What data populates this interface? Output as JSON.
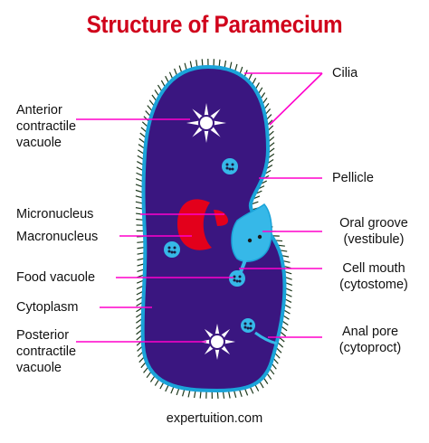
{
  "title": "Structure of Paramecium",
  "labels": {
    "anterior_contractile_vacuole": "Anterior contractile vacuole",
    "anterior_line1": "Anterior",
    "anterior_line2": "contractile",
    "anterior_line3": "vacuole",
    "micronucleus": "Micronucleus",
    "macronucleus": "Macronucleus",
    "food_vacuole": "Food vacuole",
    "cytoplasm": "Cytoplasm",
    "posterior_line1": "Posterior",
    "posterior_line2": "contractile",
    "posterior_line3": "vacuole",
    "cilia": "Cilia",
    "pellicle": "Pellicle",
    "oral_groove_line1": "Oral groove",
    "oral_groove_line2": "(vestibule)",
    "cell_mouth_line1": "Cell mouth",
    "cell_mouth_line2": "(cytostome)",
    "anal_pore_line1": "Anal pore",
    "anal_pore_line2": "(cytoproct)"
  },
  "footer": "expertuition.com",
  "colors": {
    "title": "#d0021b",
    "cytoplasm": "#3a1680",
    "pellicle": "#1aa3d9",
    "cilia": "#1e3a1e",
    "leader_line": "#ff00cc",
    "nucleus": "#e3001b",
    "vacuole": "#36b8e8",
    "star": "#ffffff"
  }
}
